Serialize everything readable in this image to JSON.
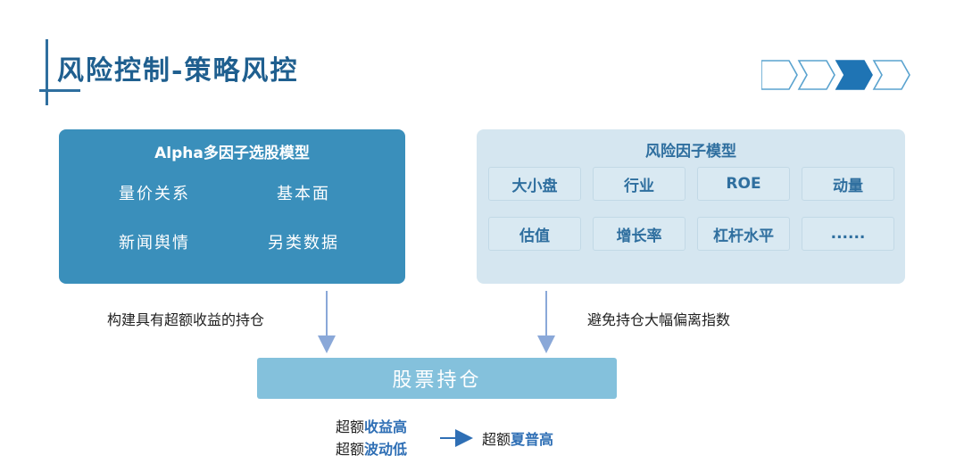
{
  "title": "风险控制-策略风控",
  "progress": {
    "total": 4,
    "active_index": 2
  },
  "alpha_model": {
    "title": "Alpha多因子选股模型",
    "items": [
      "量价关系",
      "基本面",
      "新闻舆情",
      "另类数据"
    ]
  },
  "risk_model": {
    "title": "风险因子模型",
    "factors": [
      "大小盘",
      "行业",
      "ROE",
      "动量",
      "估值",
      "增长率",
      "杠杆水平",
      "......"
    ]
  },
  "notes": {
    "left": "构建具有超额收益的持仓",
    "right": "避免持仓大幅偏离指数"
  },
  "holding": {
    "label": "股票持仓"
  },
  "outcome": {
    "line1_prefix": "超额",
    "line1_highlight": "收益高",
    "line2_prefix": "超额",
    "line2_highlight": "波动低",
    "result_prefix": "超额",
    "result_highlight": "夏普高"
  },
  "colors": {
    "primary": "#3a8fbb",
    "title": "#1f5f8f",
    "light_panel": "#d5e6f0",
    "holding": "#84c1dc",
    "arrow": "#8aa8d8",
    "chevron_active": "#1f74b4",
    "highlight": "#2f6fb5"
  }
}
